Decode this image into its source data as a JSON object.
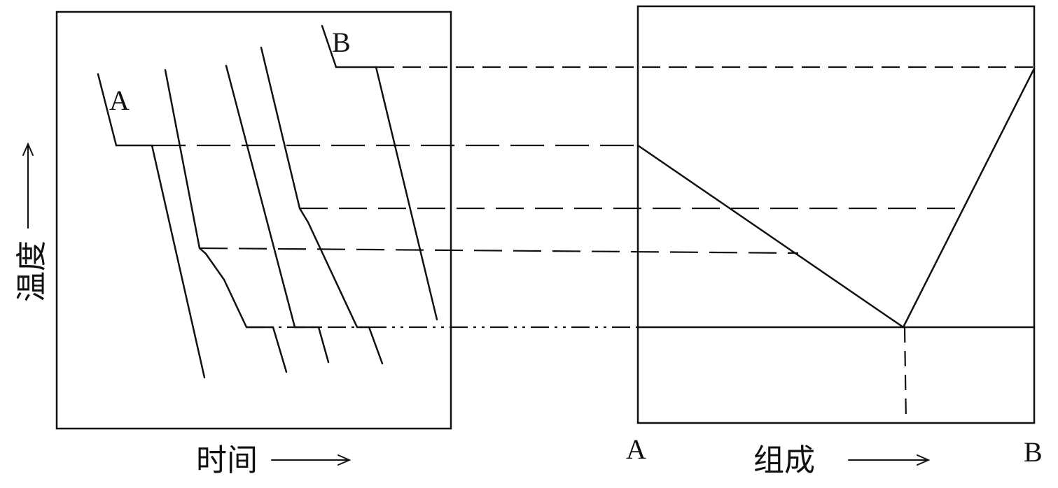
{
  "left_panel": {
    "curve_label_a": "A",
    "curve_label_b": "B",
    "x_axis_label": "时间",
    "y_axis_label": "温度"
  },
  "right_panel": {
    "x_axis_label": "组成",
    "endpoint_a": "A",
    "endpoint_b": "B"
  },
  "colors": {
    "line": "#111111",
    "background": "#ffffff"
  }
}
